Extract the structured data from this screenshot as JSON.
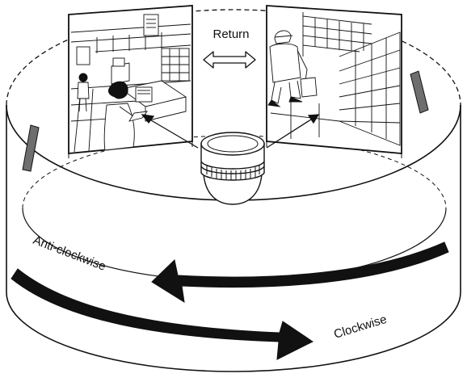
{
  "labels": {
    "return": "Return",
    "anti_clockwise": "Anti-clockwise",
    "clockwise": "Clockwise"
  },
  "colors": {
    "ink": "#111111",
    "paper": "#ffffff",
    "marker_gray": "#6e6e6e"
  },
  "icons": {
    "left_panel": "checkout-counter-scene",
    "right_panel": "shopper-at-shelves-scene",
    "center": "dome-camera-icon"
  }
}
